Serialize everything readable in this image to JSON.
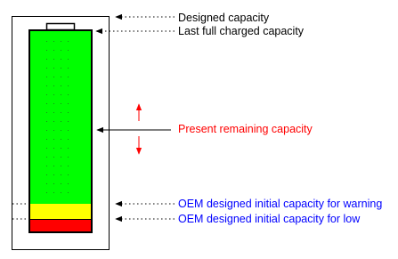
{
  "colors": {
    "outline": "#000000",
    "fill_green": "#00ff00",
    "fill_yellow": "#ffff00",
    "fill_red": "#ff0000",
    "dots_on_green": "#1a8a1a",
    "label_default": "#000000",
    "label_red": "#ff0000",
    "label_blue": "#0000ff"
  },
  "labels": {
    "designed_capacity": "Designed capacity",
    "last_full_charged_capacity": "Last full charged capacity",
    "present_remaining_capacity": "Present remaining capacity",
    "oem_warning": "OEM designed initial capacity for warning",
    "oem_low": "OEM designed initial capacity for low"
  }
}
